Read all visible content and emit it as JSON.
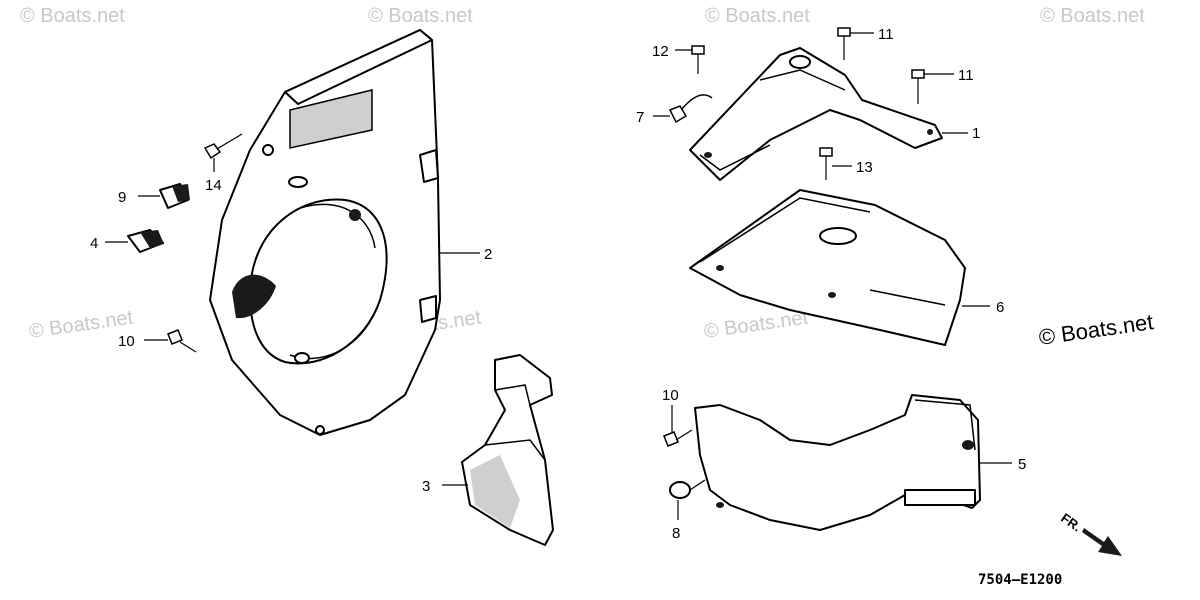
{
  "watermark_text": "© Boats.net",
  "diagram_code": "7504—E1200",
  "direction_label": "FR.",
  "callouts": [
    {
      "id": "c1",
      "label": "1"
    },
    {
      "id": "c2",
      "label": "2"
    },
    {
      "id": "c3",
      "label": "3"
    },
    {
      "id": "c4",
      "label": "4"
    },
    {
      "id": "c5",
      "label": "5"
    },
    {
      "id": "c6",
      "label": "6"
    },
    {
      "id": "c7",
      "label": "7"
    },
    {
      "id": "c8",
      "label": "8"
    },
    {
      "id": "c9",
      "label": "9"
    },
    {
      "id": "c10a",
      "label": "10"
    },
    {
      "id": "c10b",
      "label": "10"
    },
    {
      "id": "c11a",
      "label": "11"
    },
    {
      "id": "c11b",
      "label": "11"
    },
    {
      "id": "c12",
      "label": "12"
    },
    {
      "id": "c13",
      "label": "13"
    },
    {
      "id": "c14",
      "label": "14"
    }
  ],
  "colors": {
    "line": "#000000",
    "watermark": "#c8c8c8",
    "background": "#ffffff"
  }
}
